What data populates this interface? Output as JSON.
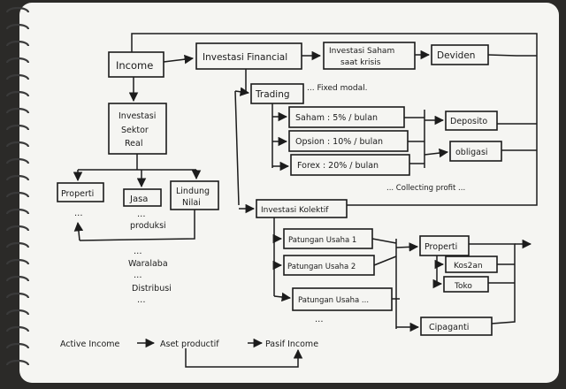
{
  "nodes": {
    "income": "Income",
    "investasi_financial": "Investasi Financial",
    "investasi_saham_saat_krisis_l1": "Investasi Saham",
    "investasi_saham_saat_krisis_l2": "saat krisis",
    "deviden": "Deviden",
    "trading": "Trading",
    "fixed_modal": "... Fixed modal.",
    "saham": "Saham : 5% / bulan",
    "opsion": "Opsion : 10% / bulan",
    "forex": "Forex : 20% / bulan",
    "deposito": "Deposito",
    "obligasi": "obligasi",
    "collecting_profit": "... Collecting profit ...",
    "investasi_sektor_real_l1": "Investasi",
    "investasi_sektor_real_l2": "Sektor",
    "investasi_sektor_real_l3": "Real",
    "properti_left": "Properti",
    "jasa": "Jasa",
    "lindung_nilai_l1": "Lindung",
    "lindung_nilai_l2": "Nilai",
    "dots_left": "...",
    "dots_jasa": "...",
    "produksi": "produksi",
    "dots_produksi": "...",
    "waralaba": "Waralaba",
    "dots_waralaba": "...",
    "distribusi": "Distribusi",
    "dots_distribusi": "...",
    "investasi_kolektif": "Investasi Kolektif",
    "patungan_usaha_1": "Patungan Usaha 1",
    "patungan_usaha_2": "Patungan Usaha 2",
    "patungan_usaha_dots": "Patungan Usaha ...",
    "dots_patungan": "...",
    "properti_right": "Properti",
    "kos_kosan": "Kos2an",
    "toko": "Toko",
    "cipaganti": "Cipaganti",
    "active_income": "Active Income",
    "aset_productif": "Aset productif",
    "pasif_income": "Pasif Income"
  }
}
